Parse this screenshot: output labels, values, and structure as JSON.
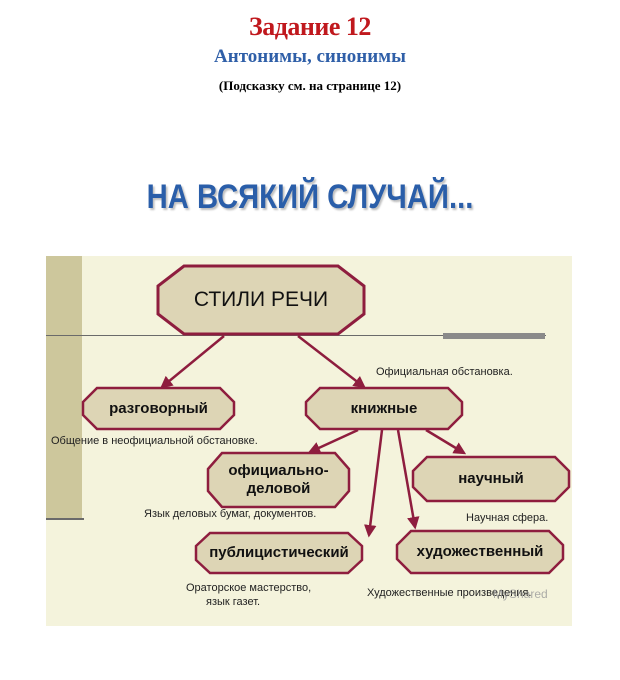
{
  "header": {
    "title": "Задание 12",
    "subtitle": "Антонимы, синонимы",
    "hint": "(Подсказку см. на странице 12)"
  },
  "headline": "НА ВСЯКИЙ СЛУЧАЙ...",
  "diagram": {
    "root": "СТИЛИ РЕЧИ",
    "nodes": {
      "razgovorny": "разговорный",
      "knizhnye": "книжные",
      "oficialno_1": "официально-",
      "oficialno_2": "деловой",
      "nauchny": "научный",
      "publicistichesky": "публицистический",
      "hudozhestvenny": "художественный"
    },
    "notes": {
      "oficialnaya": "Официальная обстановка.",
      "obshchenie": "Общение в неофициальной обстановке.",
      "yazyk": "Язык деловых бумаг, документов.",
      "nauchnaya": "Научная сфера.",
      "oratorskoe_1": "Ораторское мастерство,",
      "oratorskoe_2": "язык газет.",
      "hudozh_proizv": "Художественные произведения."
    },
    "watermark": "MyShared"
  },
  "colors": {
    "title": "#c0181d",
    "subtitle": "#2f5fa8",
    "headline": "#2a5ea9",
    "node_fill": "#ddd5b5",
    "node_stroke": "#8e1d3e",
    "arrow": "#8e1d3e",
    "slide_bg": "#f4f3dc"
  }
}
